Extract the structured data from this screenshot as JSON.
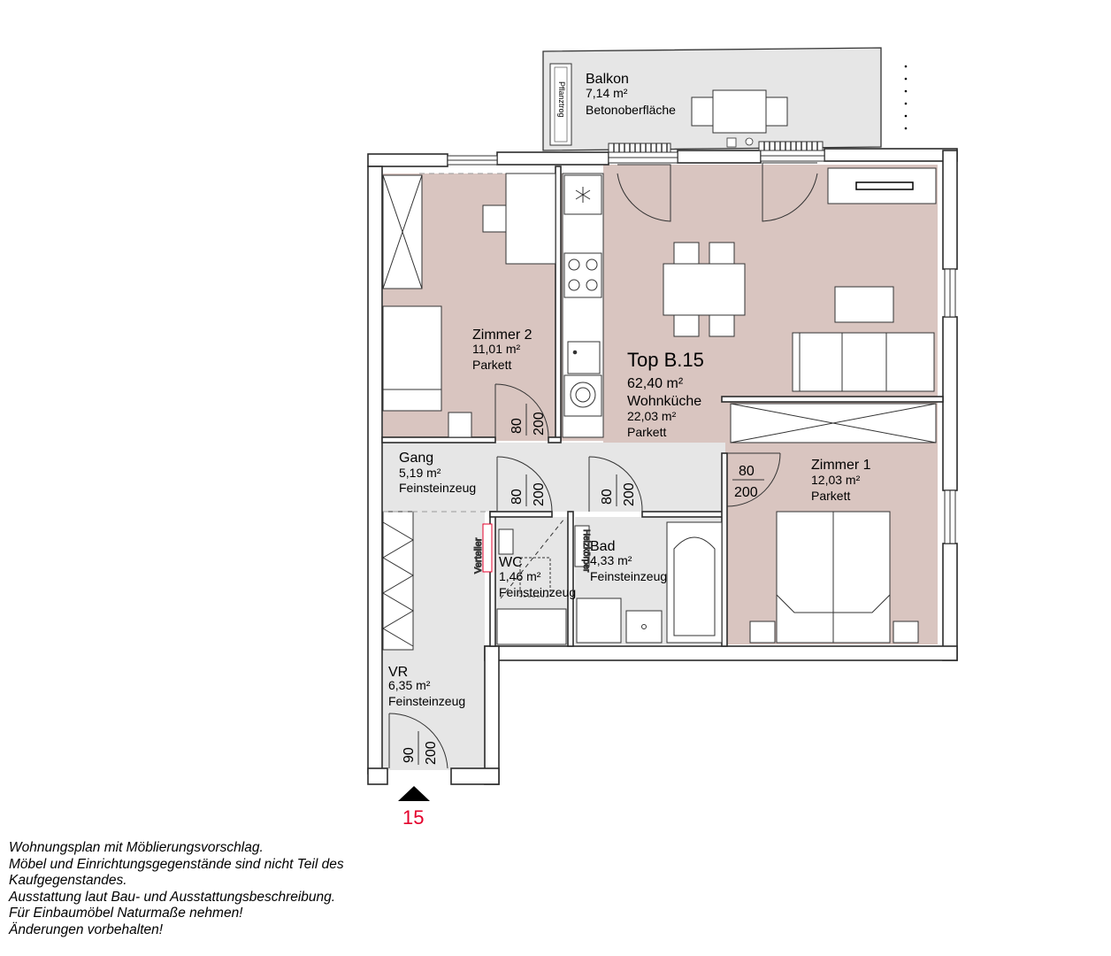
{
  "apartment": {
    "name": "Top B.15",
    "area": "62,40 m²"
  },
  "rooms": {
    "balkon": {
      "name": "Balkon",
      "area": "7,14 m²",
      "floor": "Betonoberfläche"
    },
    "wohn": {
      "name": "Wohnküche",
      "area": "22,03 m²",
      "floor": "Parkett"
    },
    "zimmer2": {
      "name": "Zimmer 2",
      "area": "11,01 m²",
      "floor": "Parkett"
    },
    "zimmer1": {
      "name": "Zimmer 1",
      "area": "12,03 m²",
      "floor": "Parkett"
    },
    "gang": {
      "name": "Gang",
      "area": "5,19 m²",
      "floor": "Feinsteinzeug"
    },
    "wc": {
      "name": "WC",
      "area": "1,46 m²",
      "floor": "Feinsteinzeug"
    },
    "bad": {
      "name": "Bad",
      "area": "4,33 m²",
      "floor": "Feinsteinzeug"
    },
    "vr": {
      "name": "VR",
      "area": "6,35 m²",
      "floor": "Feinsteinzeug"
    }
  },
  "fixtures": {
    "planter": "Pflanztrog",
    "distributor": "Verteiler",
    "heater": "Heizkörper"
  },
  "doors": {
    "zimmer2": {
      "width": "80",
      "height": "200"
    },
    "zimmer1": {
      "width": "80",
      "height": "200"
    },
    "wc": {
      "width": "80",
      "height": "200"
    },
    "bad": {
      "width": "80",
      "height": "200"
    },
    "entry": {
      "width": "90",
      "height": "200"
    }
  },
  "entrance": {
    "number": "15"
  },
  "colors": {
    "living": "#d9c5c0",
    "tiled": "#e6e6e6",
    "wall": "#2b2b2b",
    "entrance_number": "#e4002b"
  },
  "notes": [
    "Wohnungsplan mit Möblierungsvorschlag.",
    "Möbel und Einrichtungsgegenstände sind nicht Teil des",
    "Kaufgegenstandes.",
    "Ausstattung laut Bau- und Ausstattungsbeschreibung.",
    "Für Einbaumöbel Naturmaße nehmen!",
    "Änderungen vorbehalten!"
  ]
}
